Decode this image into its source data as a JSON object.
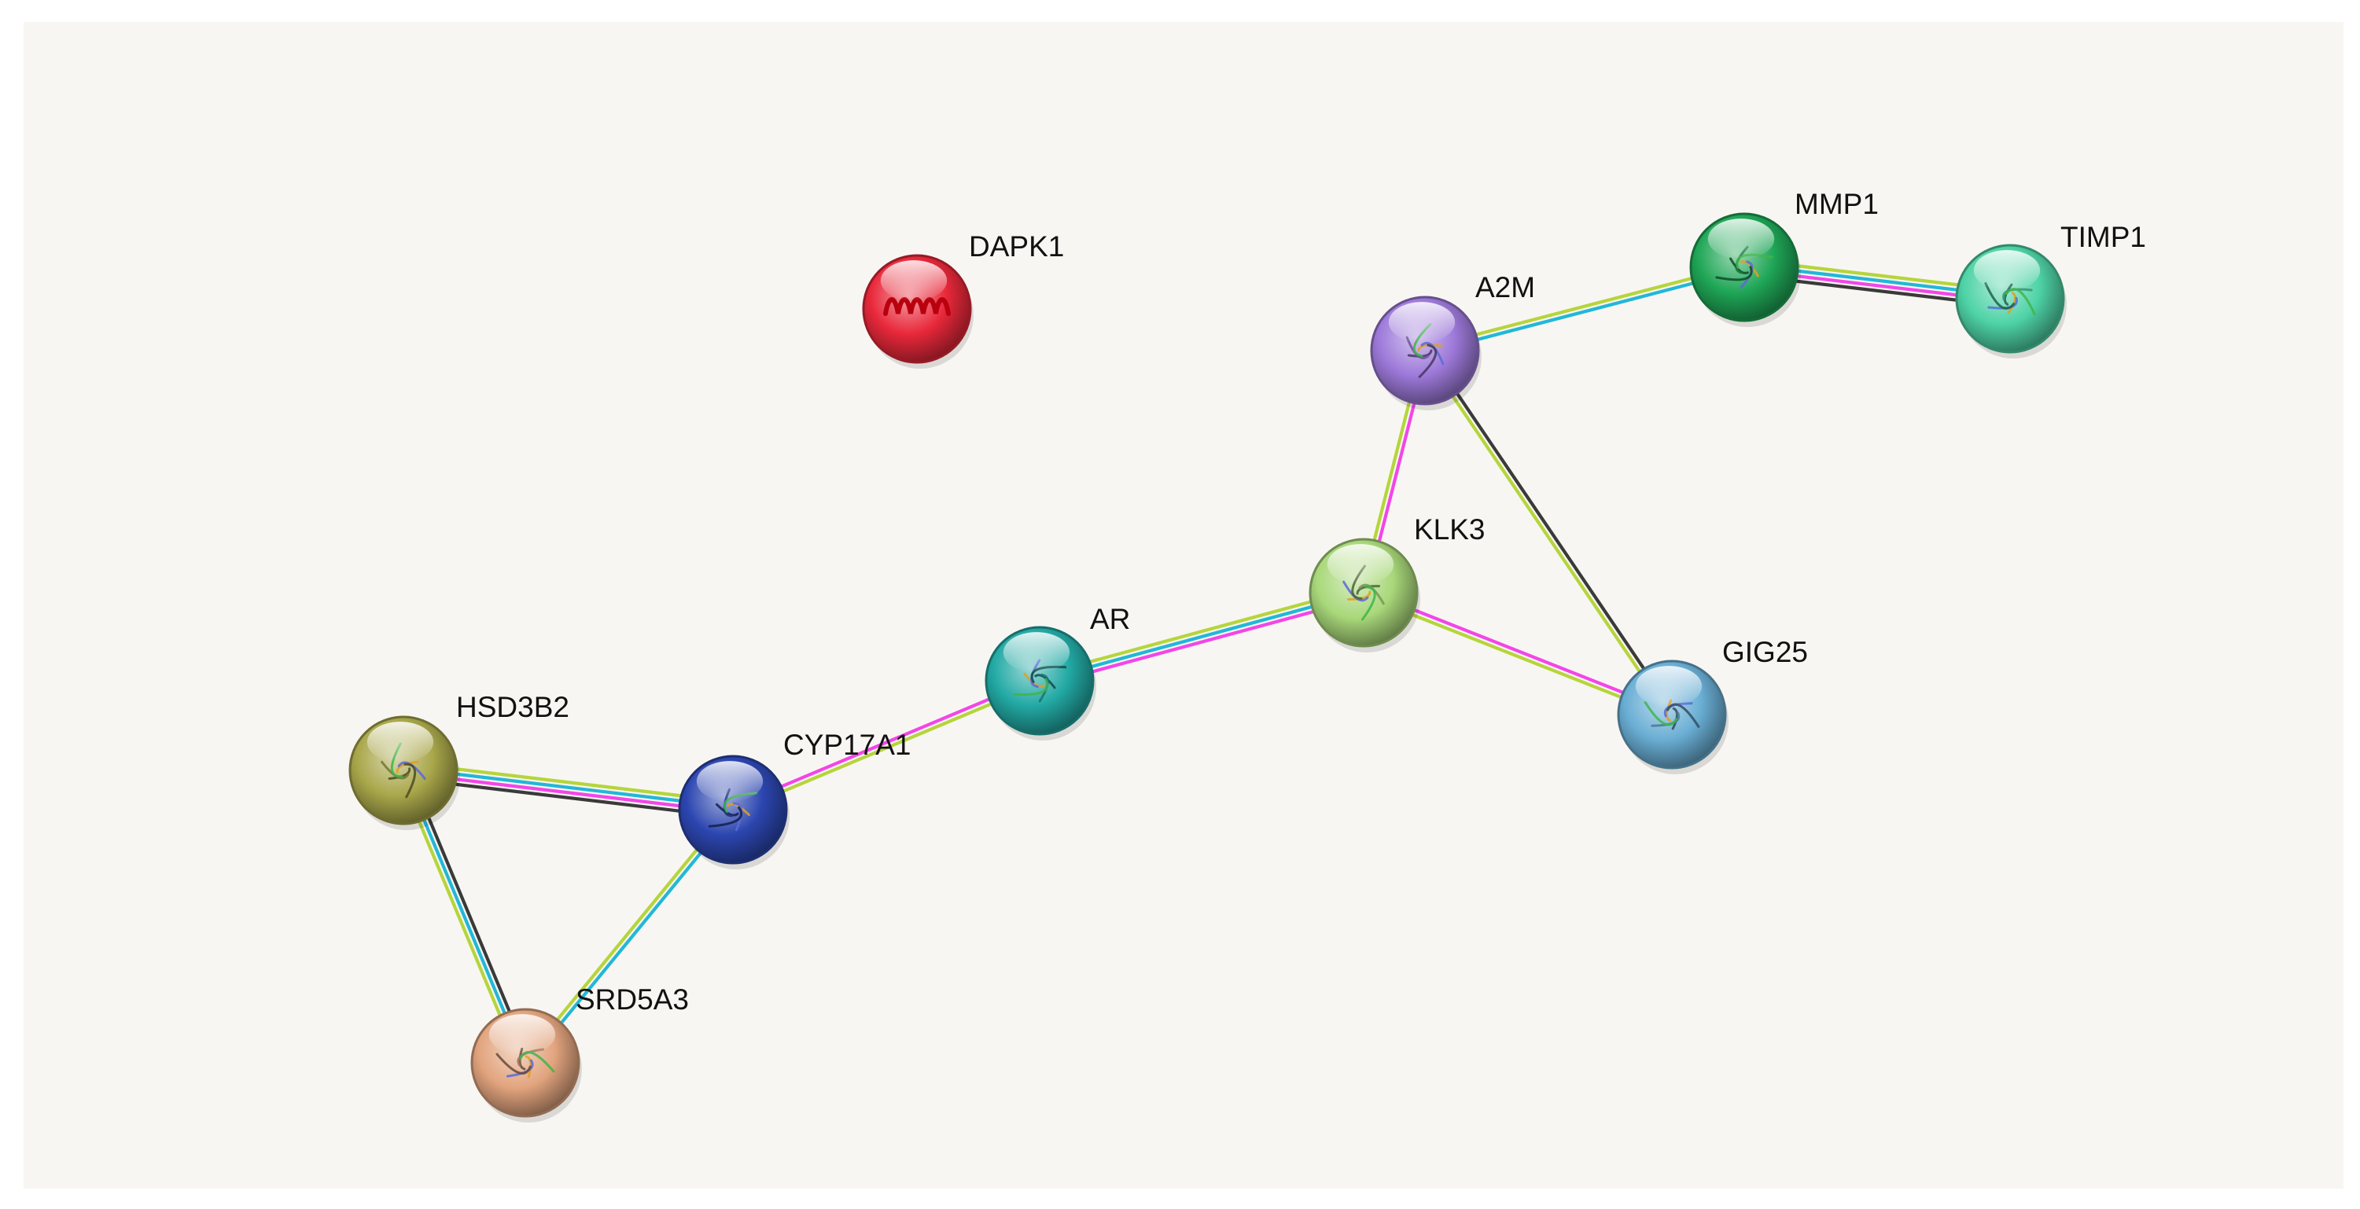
{
  "network": {
    "background": "#f8f6f2",
    "edge_colors": {
      "yellowgreen": "#b5d53c",
      "cyan": "#22b7d8",
      "magenta": "#f246e8",
      "black": "#3a3a3a"
    },
    "nodes": [
      {
        "id": "DAPK1",
        "label": "DAPK1",
        "color": "#e8283a",
        "icon": "alpha-helix-icon"
      },
      {
        "id": "A2M",
        "label": "A2M",
        "color": "#9d79d9",
        "icon": "protein-structure-icon"
      },
      {
        "id": "MMP1",
        "label": "MMP1",
        "color": "#1fa656",
        "icon": "protein-structure-icon"
      },
      {
        "id": "TIMP1",
        "label": "TIMP1",
        "color": "#4ed3a6",
        "icon": "protein-structure-icon"
      },
      {
        "id": "KLK3",
        "label": "KLK3",
        "color": "#a9d87a",
        "icon": "protein-structure-icon"
      },
      {
        "id": "AR",
        "label": "AR",
        "color": "#22a9a4",
        "icon": "protein-structure-icon"
      },
      {
        "id": "GIG25",
        "label": "GIG25",
        "color": "#6aaed4",
        "icon": "protein-structure-icon"
      },
      {
        "id": "HSD3B2",
        "label": "HSD3B2",
        "color": "#a9a74a",
        "icon": "protein-structure-icon"
      },
      {
        "id": "CYP17A1",
        "label": "CYP17A1",
        "color": "#2c46b0",
        "icon": "protein-structure-icon"
      },
      {
        "id": "SRD5A3",
        "label": "SRD5A3",
        "color": "#e2a47e",
        "icon": "protein-structure-icon"
      }
    ],
    "edges": [
      {
        "from": "A2M",
        "to": "MMP1",
        "types": [
          "yellowgreen",
          "cyan"
        ]
      },
      {
        "from": "MMP1",
        "to": "TIMP1",
        "types": [
          "yellowgreen",
          "cyan",
          "magenta",
          "black"
        ]
      },
      {
        "from": "A2M",
        "to": "KLK3",
        "types": [
          "magenta",
          "yellowgreen"
        ]
      },
      {
        "from": "A2M",
        "to": "GIG25",
        "types": [
          "black",
          "yellowgreen"
        ]
      },
      {
        "from": "KLK3",
        "to": "GIG25",
        "types": [
          "magenta",
          "yellowgreen"
        ]
      },
      {
        "from": "AR",
        "to": "KLK3",
        "types": [
          "yellowgreen",
          "cyan",
          "magenta"
        ]
      },
      {
        "from": "CYP17A1",
        "to": "AR",
        "types": [
          "magenta",
          "yellowgreen"
        ]
      },
      {
        "from": "HSD3B2",
        "to": "CYP17A1",
        "types": [
          "yellowgreen",
          "cyan",
          "magenta",
          "black"
        ]
      },
      {
        "from": "HSD3B2",
        "to": "SRD5A3",
        "types": [
          "black",
          "cyan",
          "yellowgreen"
        ]
      },
      {
        "from": "CYP17A1",
        "to": "SRD5A3",
        "types": [
          "cyan",
          "yellowgreen"
        ]
      }
    ]
  }
}
